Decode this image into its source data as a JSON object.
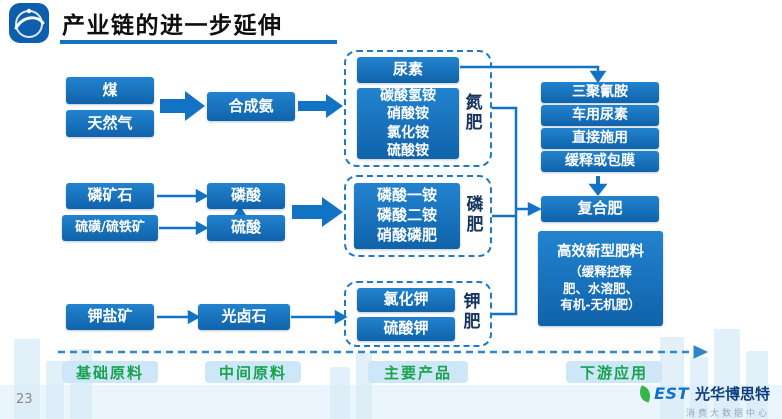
{
  "header": {
    "title": "产业链的进一步延伸"
  },
  "nodes": {
    "coal": "煤",
    "natural_gas": "天然气",
    "synthetic_ammonia": "合成氨",
    "urea": "尿素",
    "nitrogen_products": "碳酸氢铵\n硝酸铵\n氯化铵\n硫酸铵",
    "nitrogen_label": "氮\n肥",
    "phosphate_rock": "磷矿石",
    "sulfur_pyrite": "硫磺/硫铁矿",
    "phosphoric_acid": "磷酸",
    "sulfuric_acid": "硫酸",
    "phosphate_products": "磷酸一铵\n磷酸二铵\n硝酸磷肥",
    "phosphate_label": "磷\n肥",
    "potash_ore": "钾盐矿",
    "carnallite": "光卤石",
    "potassium_chloride": "氯化钾",
    "potassium_sulfate": "硫酸钾",
    "potash_label": "钾\n肥",
    "melamine": "三聚氰胺",
    "vehicle_urea": "车用尿素",
    "direct_application": "直接施用",
    "slow_release_coating": "缓释或包膜",
    "compound_fertilizer": "复合肥",
    "new_fertilizer_title": "高效新型肥料",
    "new_fertilizer_sub": "（缓释控释\n肥、水溶肥、\n有机-无机肥）"
  },
  "stages": {
    "basic_materials": "基础原料",
    "intermediate_materials": "中间原料",
    "main_products": "主要产品",
    "downstream_applications": "下游应用"
  },
  "footer": {
    "page_number": "23",
    "logo_text": "EST",
    "brand_name": "光华博思特",
    "brand_subtitle": "消费大数据中心"
  },
  "colors": {
    "primary_blue": "#1273c4",
    "stage_text_green": "#17a24b",
    "stage_bg": "#cde7f9",
    "group_label_navy": "#16355e"
  }
}
